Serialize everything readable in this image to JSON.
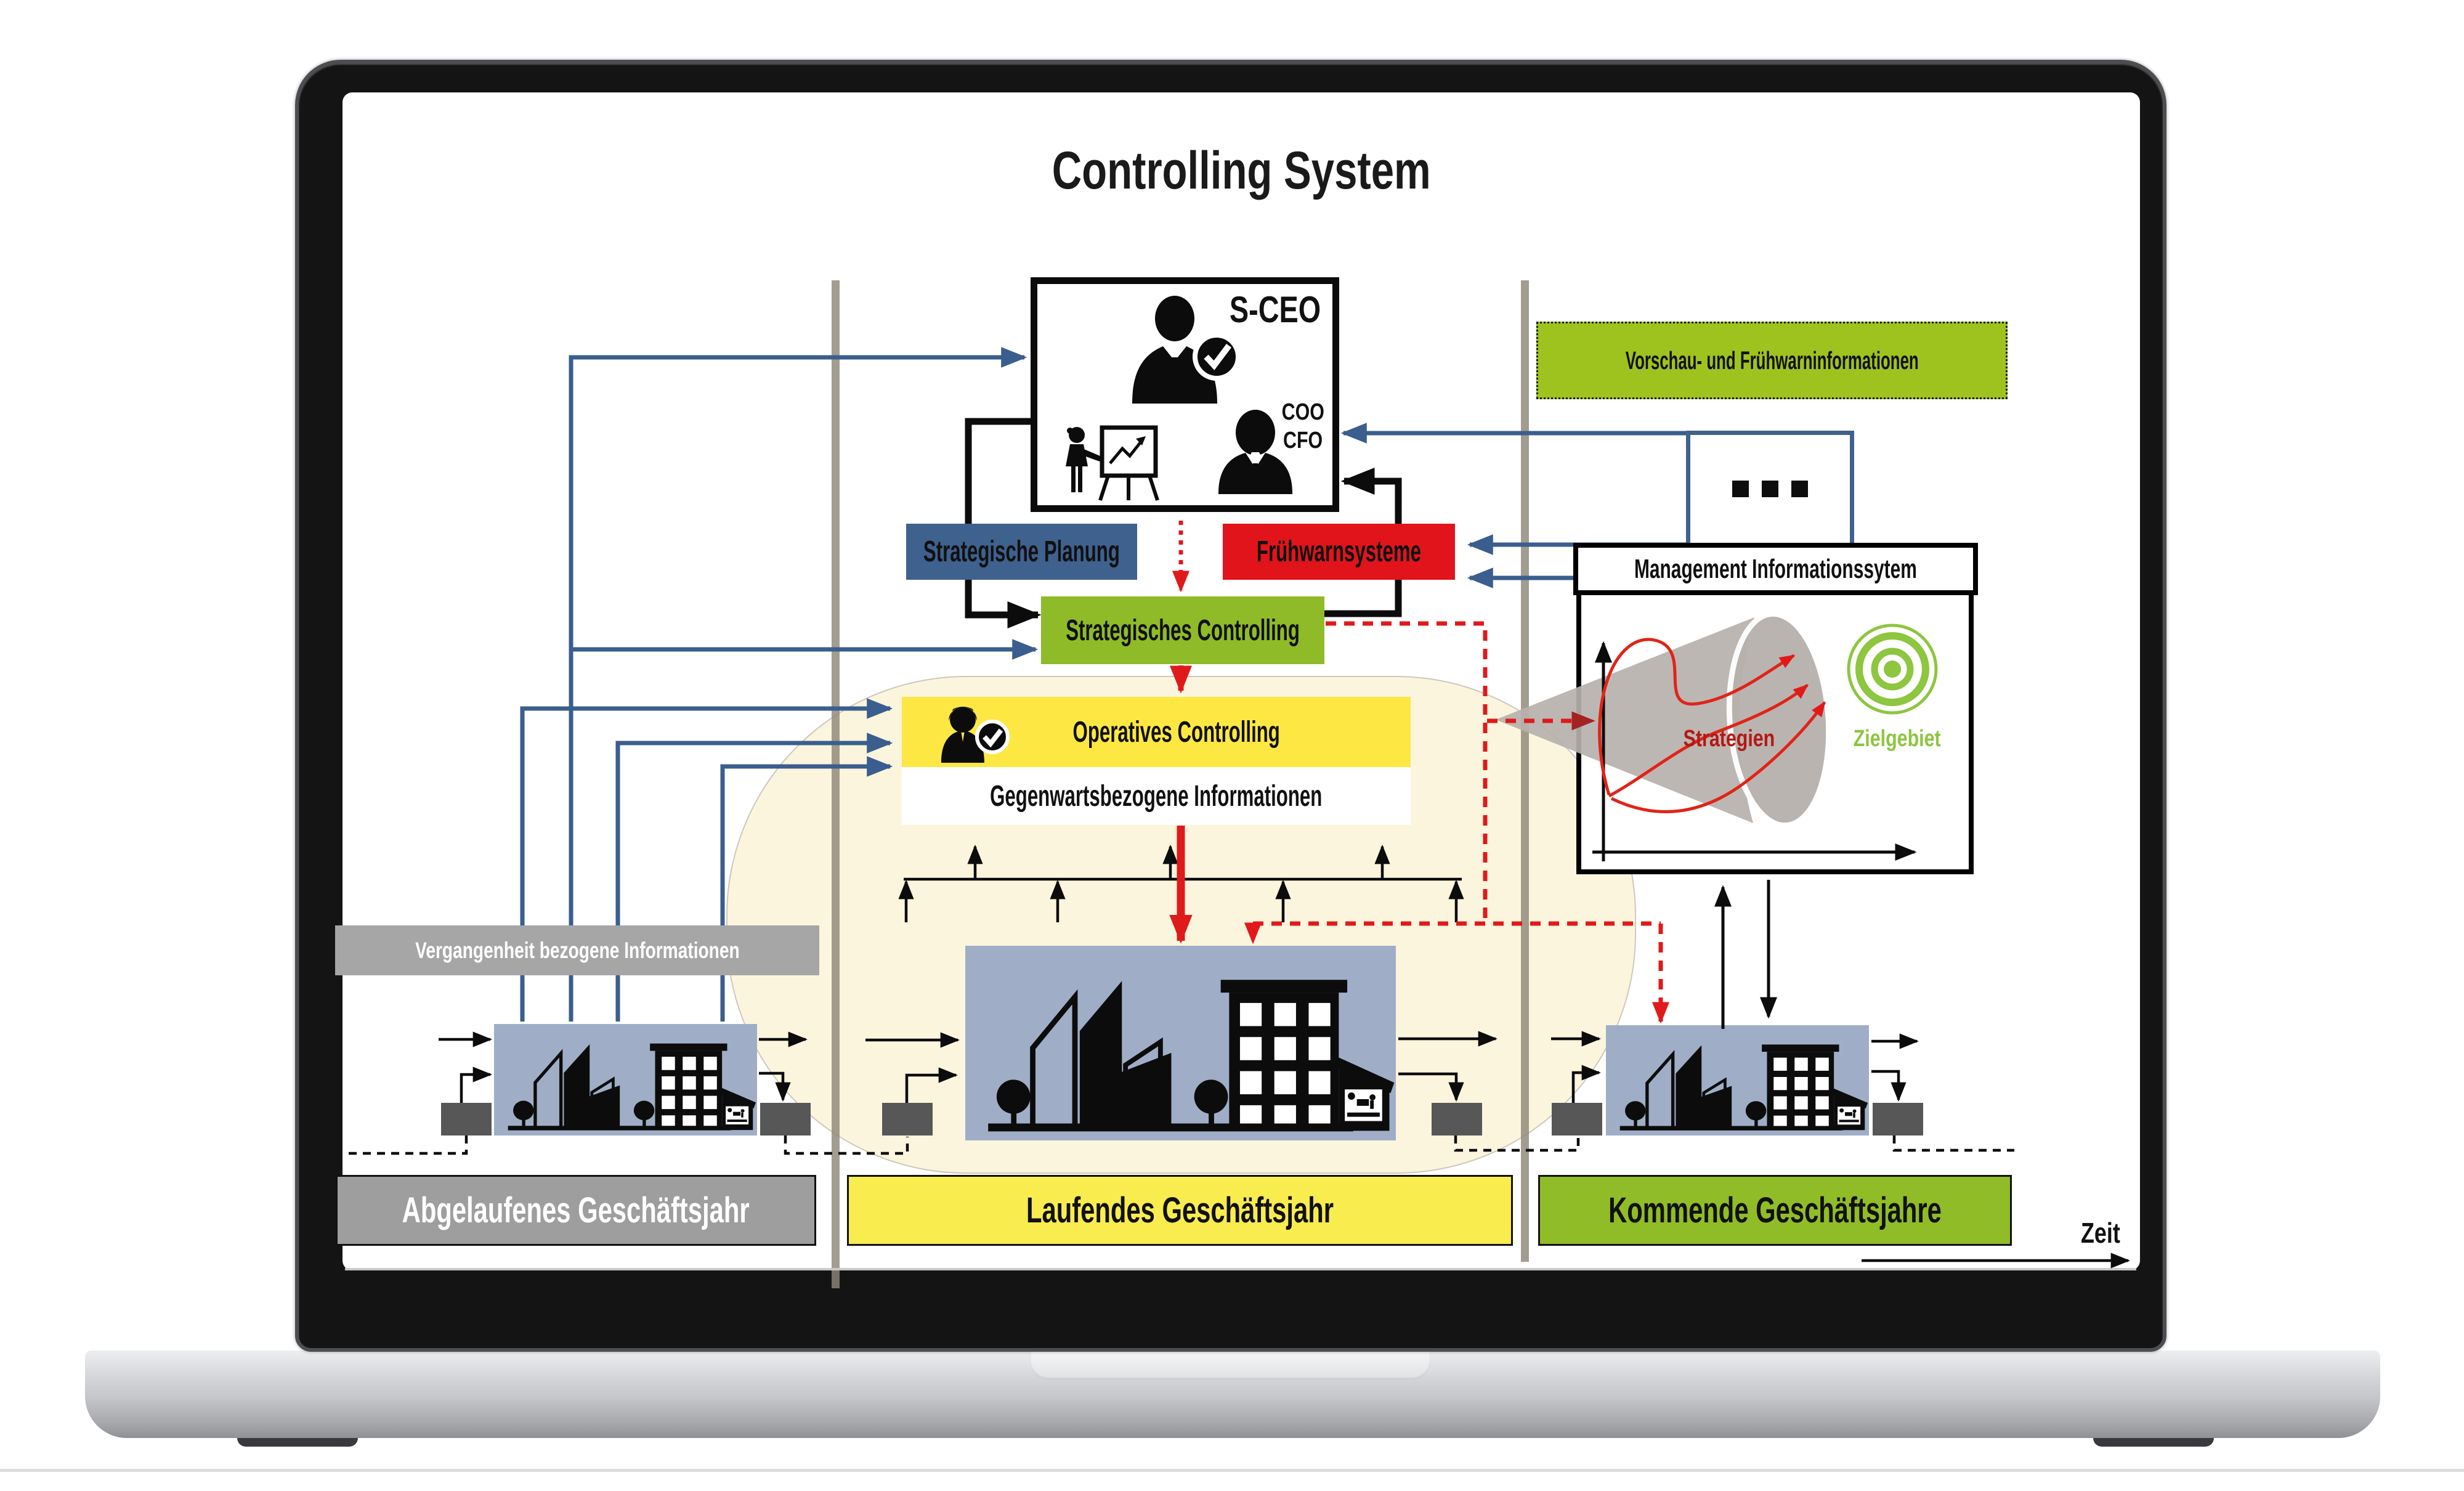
{
  "device": {
    "type": "laptop-mockup"
  },
  "slide": {
    "title": "Controlling System",
    "ceo_box": {
      "title": "S-CEO",
      "role_1": "COO",
      "role_2": "CFO"
    },
    "labels": {
      "strategische_planung": "Strategische Planung",
      "fruehwarnsysteme": "Frühwarnsysteme",
      "strategisches_controlling": "Strategisches Controlling",
      "operatives_controlling": "Operatives Controlling",
      "gegenwartsbezogene_informationen": "Gegenwartsbezogene Informationen",
      "vergangenheit_bezogene_informationen": "Vergangenheit bezogene Informationen",
      "vorschau_und_fruehwarninformationen": "Vorschau- und Frühwarninformationen",
      "management_informationssystem": "Management Informationssytem"
    },
    "mis_chart": {
      "strategien": "Strategien",
      "zielgebiet": "Zielgebiet"
    },
    "timeline": {
      "past": "Abgelaufenes Geschäftsjahr",
      "present": "Laufendes Geschäftsjahr",
      "future": "Kommende Geschäftsjahre",
      "axis_label": "Zeit"
    },
    "icons": {
      "ellipsis": "three-squares"
    },
    "colors": {
      "steel_blue": "#3e618e",
      "red": "#e1141b",
      "green": "#8fbb28",
      "vorschau_green": "#9ec31e",
      "yellow": "#fde843",
      "timeline_yellow": "#f8ec4e",
      "timeline_green": "#90bc27",
      "gray_box": "#9e9e9e",
      "info_gray": "#a6a6a6",
      "city_bg": "#9faec6",
      "dock_gray": "#575757",
      "blob_cream": "#fcf4db",
      "divider_gray": "#8e8778",
      "target_green": "#8dc63f",
      "strategien_red": "#b31815"
    }
  }
}
